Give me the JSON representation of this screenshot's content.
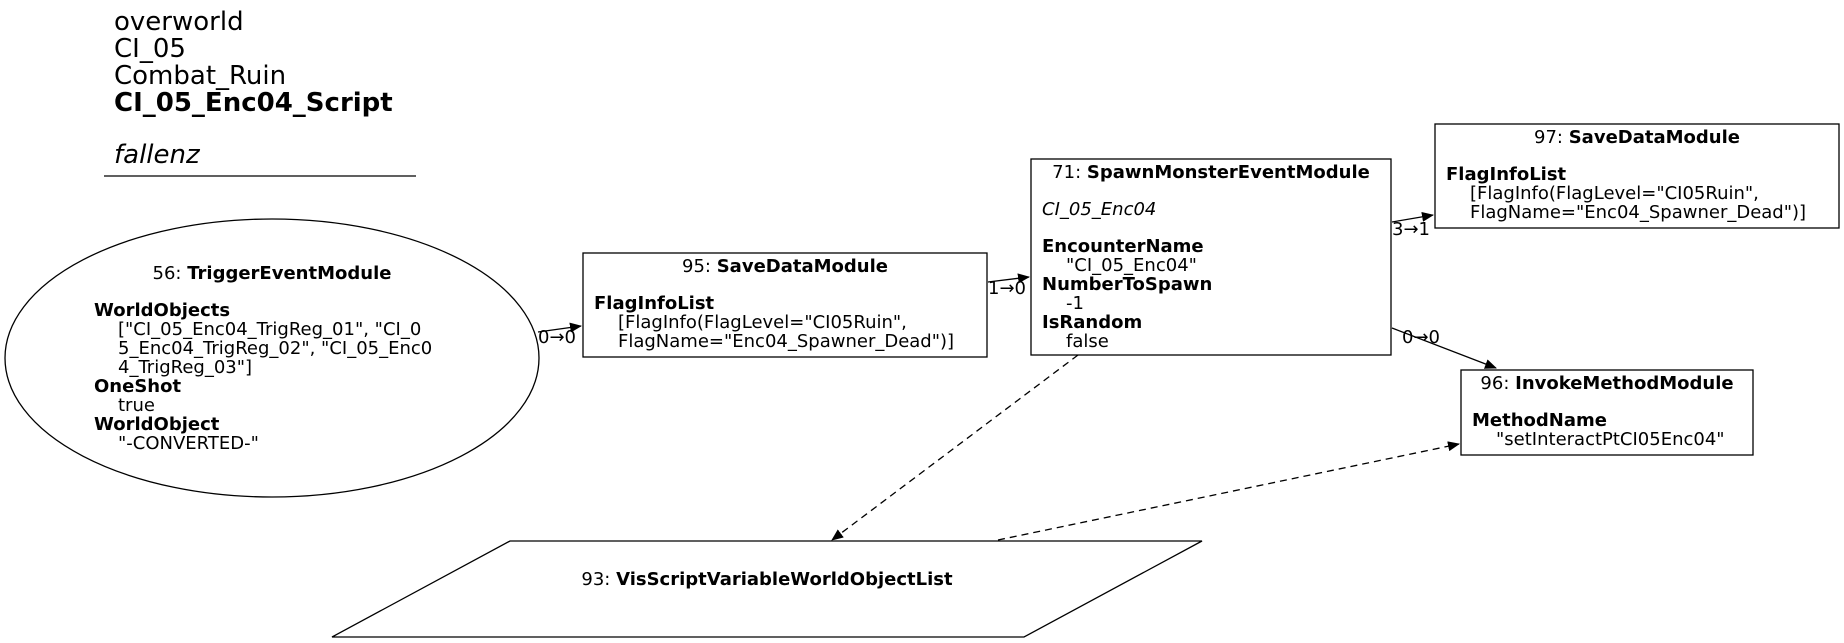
{
  "header": {
    "lines": [
      "overworld",
      "CI_05",
      "Combat_Ruin"
    ],
    "script_name": "CI_05_Enc04_Script",
    "author": "fallenz"
  },
  "nodes": {
    "n56": {
      "id": "56: ",
      "type": "TriggerEventModule",
      "props": [
        {
          "name": "WorldObjects",
          "value": [
            "[\"CI_05_Enc04_TrigReg_01\", \"CI_0",
            "5_Enc04_TrigReg_02\", \"CI_05_Enc0",
            "4_TrigReg_03\"]"
          ]
        },
        {
          "name": "OneShot",
          "value": [
            "true"
          ]
        },
        {
          "name": "WorldObject",
          "value": [
            "\"-CONVERTED-\""
          ]
        }
      ]
    },
    "n95": {
      "id": "95: ",
      "type": "SaveDataModule",
      "props": [
        {
          "name": "FlagInfoList",
          "value": [
            "[FlagInfo(FlagLevel=\"CI05Ruin\",",
            "FlagName=\"Enc04_Spawner_Dead\")]"
          ]
        }
      ]
    },
    "n71": {
      "id": "71: ",
      "type": "SpawnMonsterEventModule",
      "subtitle": "CI_05_Enc04",
      "props": [
        {
          "name": "EncounterName",
          "value": [
            "\"CI_05_Enc04\""
          ]
        },
        {
          "name": "NumberToSpawn",
          "value": [
            "-1"
          ]
        },
        {
          "name": "IsRandom",
          "value": [
            "false"
          ]
        }
      ]
    },
    "n97": {
      "id": "97: ",
      "type": "SaveDataModule",
      "props": [
        {
          "name": "FlagInfoList",
          "value": [
            "[FlagInfo(FlagLevel=\"CI05Ruin\",",
            "FlagName=\"Enc04_Spawner_Dead\")]"
          ]
        }
      ]
    },
    "n96": {
      "id": "96: ",
      "type": "InvokeMethodModule",
      "props": [
        {
          "name": "MethodName",
          "value": [
            "\"setInteractPtCI05Enc04\""
          ]
        }
      ]
    },
    "n93": {
      "id": "93: ",
      "type": "VisScriptVariableWorldObjectList"
    }
  },
  "edges": {
    "e56_95": "0→0",
    "e95_71": "1→0",
    "e71_97": "3→1",
    "e71_96": "0→0"
  }
}
